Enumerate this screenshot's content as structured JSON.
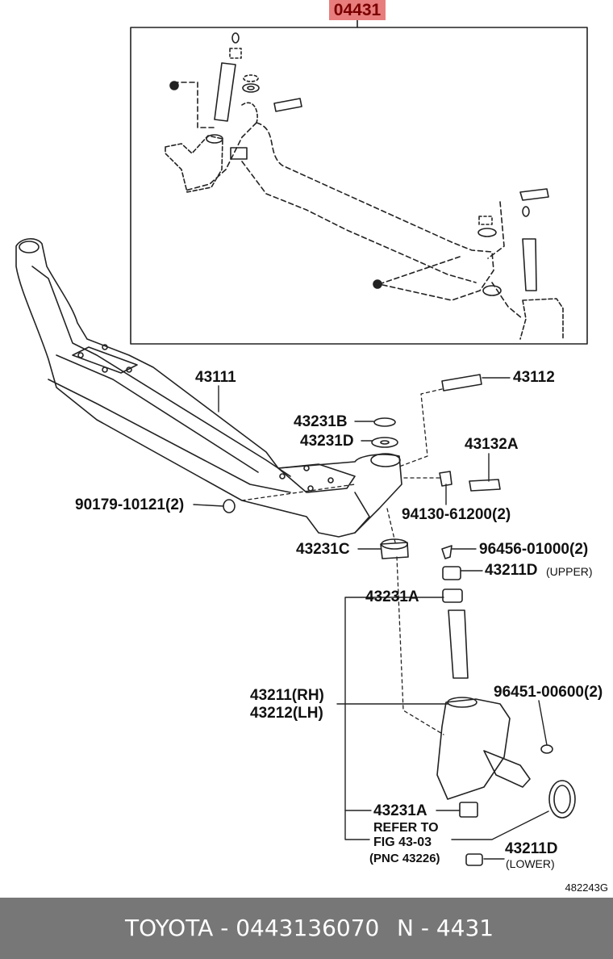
{
  "header": {
    "tag": "04431"
  },
  "parts": {
    "beam": "43111",
    "king_pin_bolt": "43112",
    "washer_b": "43231B",
    "washer_d": "43231D",
    "bolt_43132a": "43132A",
    "nut_90179": "90179-10121(2)",
    "nut_94130": "94130-61200(2)",
    "bearing_c": "43231C",
    "grease_96456": "96456-01000(2)",
    "cap_upper": "43211D",
    "cap_upper_note": "(UPPER)",
    "bushing_a_upper": "43231A",
    "knuckle_rh": "43211(RH)",
    "knuckle_lh": "43212(LH)",
    "grease_96451": "96451-00600(2)",
    "bushing_a_lower": "43231A",
    "refer_line1": "REFER TO",
    "refer_line2": "FIG 43-03",
    "refer_line3": "(PNC 43226)",
    "cap_lower": "43211D",
    "cap_lower_note": "(LOWER)"
  },
  "sheet_id": "482243G",
  "footer": {
    "code": "TOYOTA - 0443136070",
    "ref": "N - 4431"
  }
}
